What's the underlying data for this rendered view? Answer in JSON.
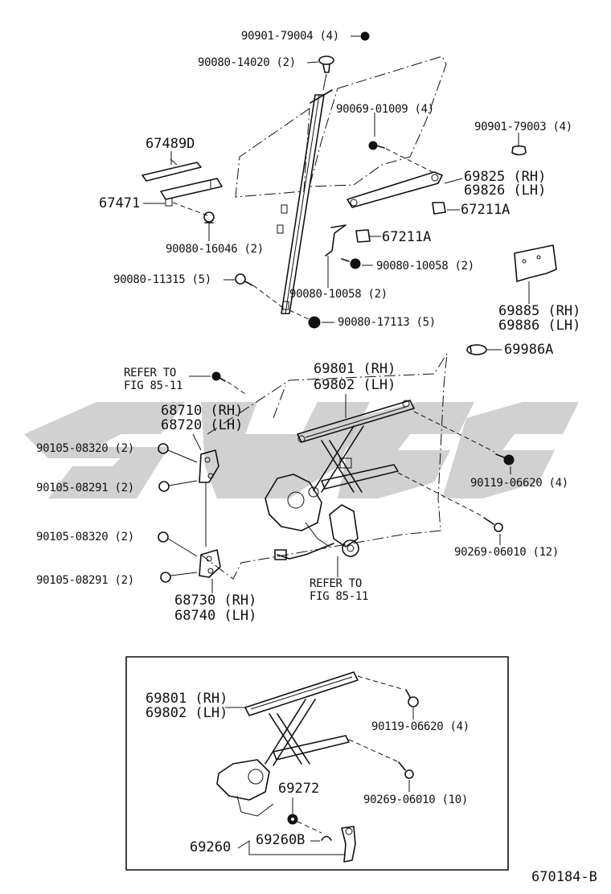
{
  "labels": {
    "p1": "90901-79004 (4)",
    "p2": "90080-14020 (2)",
    "p3": "90069-01009 (4)",
    "p4": "90901-79003 (4)",
    "p5": "67489D",
    "p6": "69825 (RH)",
    "p7": "69826 (LH)",
    "p8": "67471",
    "p9": "67211A",
    "p10": "90080-16046 (2)",
    "p11": "67211A",
    "p12": "90080-10058 (2)",
    "p13": "90080-11315 (5)",
    "p14": "90080-10058 (2)",
    "p15": "69885 (RH)",
    "p16": "69886 (LH)",
    "p17": "90080-17113 (5)",
    "p18": "69986A",
    "p19": "REFER TO",
    "p20": "FIG 85-11",
    "p21": "69801 (RH)",
    "p22": "69802 (LH)",
    "p23": "68710 (RH)",
    "p24": "68720 (LH)",
    "p25": "90105-08320 (2)",
    "p26": "90119-06620 (4)",
    "p27": "90105-08291 (2)",
    "p28": "90105-08320 (2)",
    "p29": "90269-06010 (12)",
    "p30": "90105-08291 (2)",
    "p31": "REFER TO",
    "p32": "FIG 85-11",
    "p33": "68730 (RH)",
    "p34": "68740 (LH)",
    "p35": "69801 (RH)",
    "p36": "69802 (LH)",
    "p37": "90119-06620 (4)",
    "p38": "69272",
    "p39": "90269-06010 (10)",
    "p40": "69260",
    "p41": "69260B",
    "ref": "670184-B"
  }
}
